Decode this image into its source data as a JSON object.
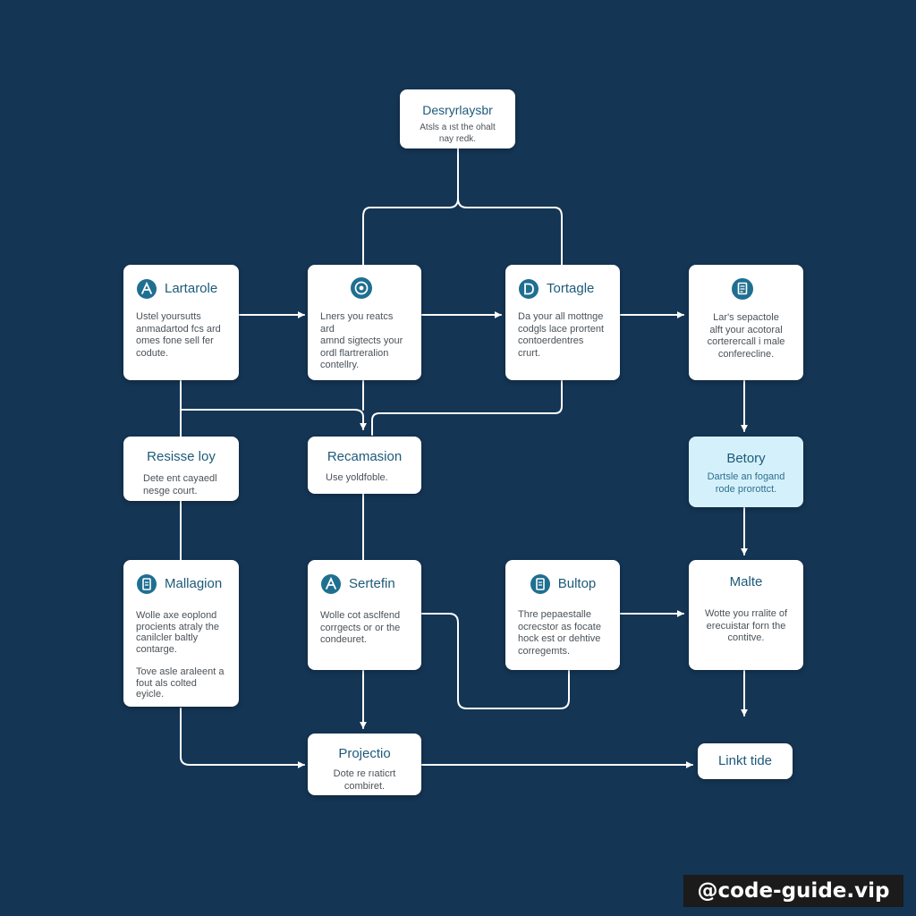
{
  "nodes": {
    "top": {
      "title": "Desryrlaysbr",
      "body": "Atsls a ıst the ohalt\nnay redk."
    },
    "n1": {
      "title": "Lartarole",
      "body": "Ustel yoursutts\nanmadartod fcs ard\nomes fone sell fer\ncodute."
    },
    "n2": {
      "title": "",
      "body": "Lners you reatcs ard\namnd sigtects your\nordl flartreralion\ncontellry."
    },
    "n3": {
      "title": "Tortagle",
      "body": "Da your all mottnge\ncodgls lace prortent\ncontoerdentres\ncrurt."
    },
    "n4": {
      "title": "",
      "body": "Lar's sepactole\nalft your acotoral\ncorterercall i male\nconferecline."
    },
    "n5": {
      "title": "Resisse loy",
      "body": "Dete ent cayaedl\nnesge court."
    },
    "n6": {
      "title": "Recamasion",
      "body": "Use yoldfoble."
    },
    "n7": {
      "title": "Betory",
      "body": "Dartsle an fogand\nrode prorottct."
    },
    "n8": {
      "title": "Mallagion",
      "body": "Wolle axe eoplond\nprocients atraly the\ncanilcler baltly\ncontarge.\n\nTove asle araleent a\nfout als colted\neyicle."
    },
    "n9": {
      "title": "Sertefin",
      "body": "Wolle cot asclfend\ncorrgects or or the\ncondeuret."
    },
    "n10": {
      "title": "Bultop",
      "body": "Thre pepaestalle\nocrecstor as focate\nhock est or dehtive\ncorregemts."
    },
    "n11": {
      "title": "Malte",
      "body": "Wotte you rralite of\nerecuistar forn the\ncontitve."
    },
    "n12": {
      "title": "Projectio",
      "body": "Dote re rıaticrt\ncombiret."
    },
    "n13": {
      "title": "Linkt tide",
      "body": ""
    }
  },
  "icons": {
    "n1": "letter-a-circle-icon",
    "n2": "target-circle-icon",
    "n3": "letter-d-circle-icon",
    "n4": "document-circle-icon",
    "n8": "document-circle-icon",
    "n9": "letter-a-circle-icon",
    "n10": "document-circle-icon"
  },
  "watermark": "@code-guide.vip",
  "colors": {
    "background": "#143554",
    "node": "#ffffff",
    "node_highlight": "#d4f1fb",
    "title_text": "#1d5a7a",
    "icon": "#1f6f91",
    "connector": "#ffffff"
  }
}
